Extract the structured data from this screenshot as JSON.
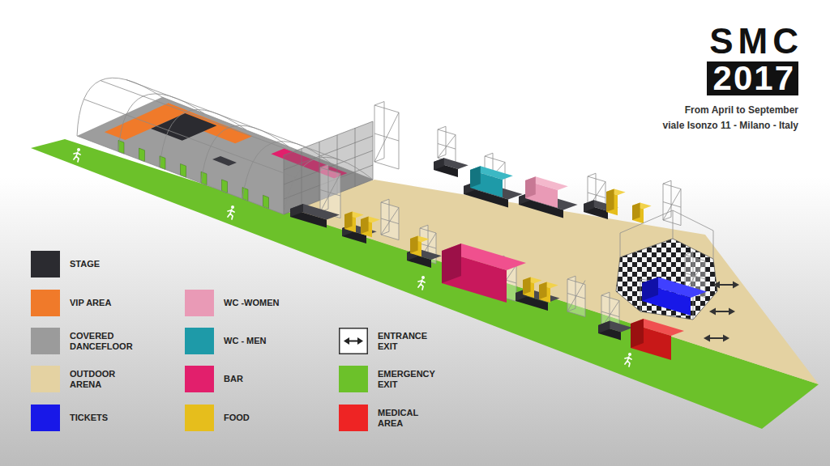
{
  "diagram": {
    "title": "SMC",
    "labels": [
      "2017",
      "From April to September",
      "viale Isonzo 11 - Milano - Italy"
    ],
    "legend": [
      {
        "text": "STAGE",
        "color": "#2b2b30"
      },
      {
        "text": "VIP AREA",
        "color": "#f07a2a"
      },
      {
        "text": "COVERED DANCEFLOOR",
        "color": "#9b9b9b"
      },
      {
        "text": "OUTDOOR ARENA",
        "color": "#e4d2a2"
      },
      {
        "text": "TICKETS",
        "color": "#1818e8"
      },
      {
        "text": "WC -WOMEN",
        "color": "#e99ab6"
      },
      {
        "text": "WC - MEN",
        "color": "#1e9aa8"
      },
      {
        "text": "BAR",
        "color": "#e21f6c"
      },
      {
        "text": "FOOD",
        "color": "#e6be1c"
      },
      {
        "text": "ENTRANCE EXIT"
      },
      {
        "text": "EMERGENCY EXIT",
        "color": "#6cc12a"
      },
      {
        "text": "MEDICAL AREA",
        "color": "#ee2424"
      }
    ]
  }
}
